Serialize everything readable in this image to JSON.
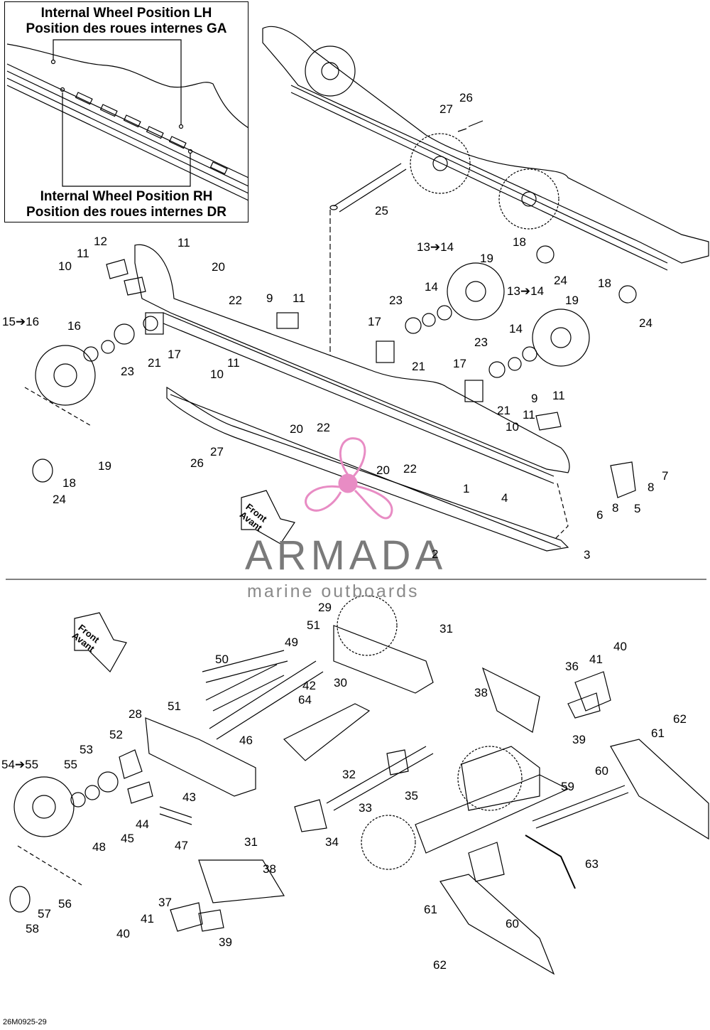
{
  "inset": {
    "lh_en": "Internal Wheel Position LH",
    "lh_fr": "Position des roues internes GA",
    "rh_en": "Internal Wheel Position RH",
    "rh_fr": "Position des roues internes DR"
  },
  "front_labels": [
    {
      "en": "Front",
      "fr": "Avant"
    },
    {
      "en": "Front",
      "fr": "Avant"
    }
  ],
  "brand": {
    "name": "ARMADA",
    "tagline": "marine outboards",
    "logo_color": "#e88cc4",
    "text_color": "#7a7a7a"
  },
  "drawing_code": "26M0925-29",
  "callouts": [
    "11",
    "12",
    "10",
    "11",
    "20",
    "22",
    "11",
    "9",
    "15➔16",
    "16",
    "23",
    "21",
    "17",
    "23",
    "17",
    "21",
    "13➔14",
    "19",
    "18",
    "24",
    "14",
    "13➔14",
    "19",
    "18",
    "24",
    "14",
    "23",
    "17",
    "21",
    "10",
    "11",
    "20",
    "22",
    "9",
    "11",
    "11",
    "10",
    "26",
    "27",
    "26",
    "27",
    "25",
    "19",
    "18",
    "24",
    "20",
    "22",
    "1",
    "4",
    "6",
    "8",
    "5",
    "8",
    "7",
    "3",
    "2",
    "29",
    "51",
    "31",
    "49",
    "50",
    "42",
    "64",
    "30",
    "38",
    "41",
    "40",
    "36",
    "51",
    "28",
    "46",
    "52",
    "53",
    "54➔55",
    "55",
    "43",
    "44",
    "45",
    "48",
    "47",
    "31",
    "32",
    "35",
    "33",
    "34",
    "39",
    "61",
    "62",
    "60",
    "59",
    "63",
    "38",
    "37",
    "41",
    "40",
    "39",
    "56",
    "57",
    "58",
    "61",
    "60",
    "62"
  ]
}
